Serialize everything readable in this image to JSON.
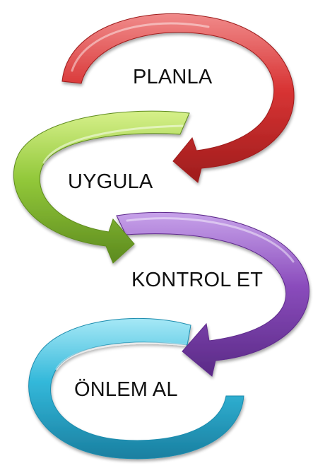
{
  "steps": [
    {
      "label": "PLANLA",
      "color": "red"
    },
    {
      "label": "UYGULA",
      "color": "green"
    },
    {
      "label": "KONTROL ET",
      "color": "purple"
    },
    {
      "label": "ÖNLEM AL",
      "color": "cyan"
    }
  ],
  "colors": {
    "red": "#d42d2d",
    "green": "#8cc63a",
    "purple": "#8848b8",
    "cyan": "#2fb6d8"
  }
}
